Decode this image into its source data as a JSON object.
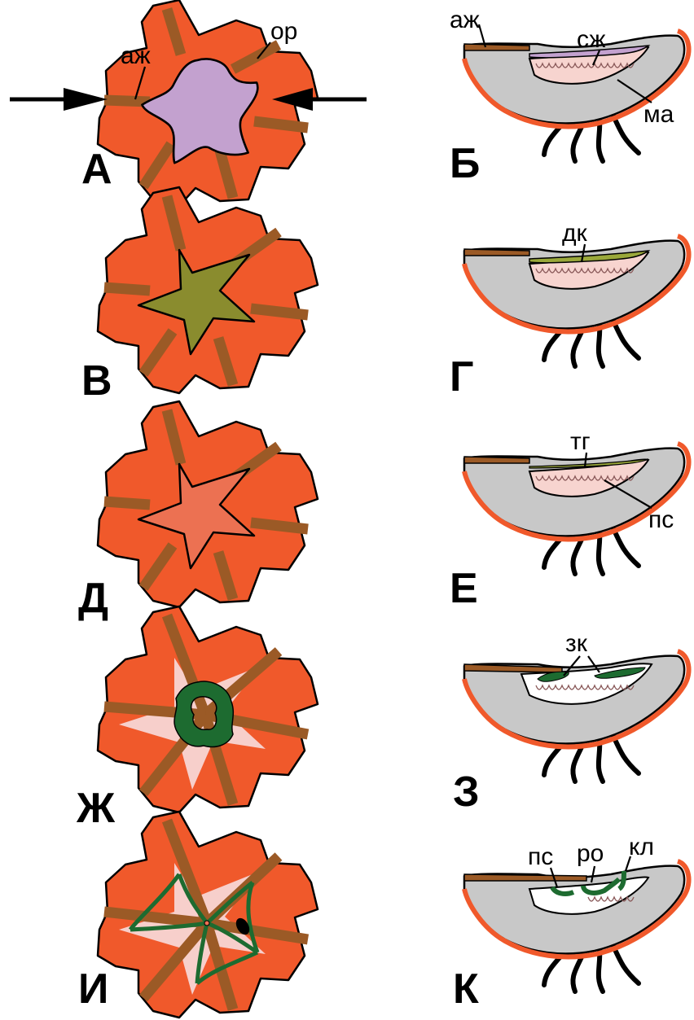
{
  "colors": {
    "body": "#f0592b",
    "canal": "#9b5a26",
    "stomach_purple": "#c3a1cf",
    "stomach_olive": "#8a8c2e",
    "stomach_salmon": "#ec7152",
    "pale_pink": "#f7cfcb",
    "gonad_green": "#1d6b30",
    "mesoglea_grey": "#c8c8c8",
    "thin_olive": "#9aa83a",
    "pale_pink_fill": "#f7d4cf"
  },
  "panels": {
    "a": "А",
    "b": "Б",
    "v": "В",
    "g": "Г",
    "d": "Д",
    "e": "Е",
    "zh": "Ж",
    "z": "З",
    "i": "И",
    "k": "К"
  },
  "annotations": {
    "azh_left": "аж",
    "or": "ор",
    "azh_right": "аж",
    "szh": "сж",
    "ma": "ма",
    "dk": "дк",
    "tg": "тг",
    "ps_e": "пс",
    "zk": "зк",
    "ps_k": "пс",
    "ro": "ро",
    "kl": "кл"
  }
}
